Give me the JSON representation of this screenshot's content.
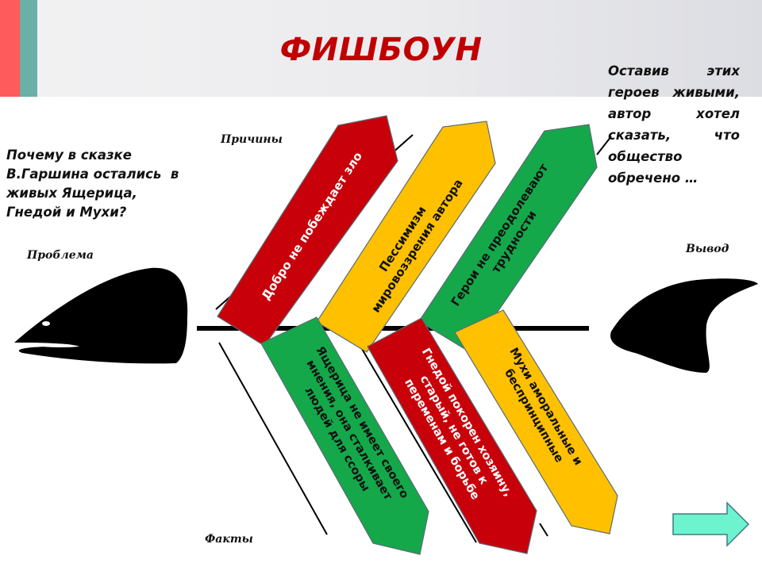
{
  "slide": {
    "title": "ФИШБОУН",
    "accent_colors": {
      "stripe_red": "#fe5c5c",
      "stripe_teal": "#6ab0a8",
      "title_red": "#c00000"
    }
  },
  "problem": {
    "label": "Проблема",
    "question_lines": [
      "Почему в сказке",
      "В.Гаршина остались  в",
      "живых Ящерица,",
      "Гнедой и Мухи?"
    ]
  },
  "conclusion": {
    "label": "Вывод",
    "text": "Оставив этих героев живыми, автор хотел сказать, что общество обречено …"
  },
  "axes": {
    "causes_label": "Причины",
    "facts_label": "Факты"
  },
  "causes": [
    {
      "lines": [
        "Добро не побеждает зло"
      ],
      "color": "#c8000a",
      "text_color": "#ffffff"
    },
    {
      "lines": [
        "Пессимизм",
        "мировоззрения автора"
      ],
      "color": "#ffc000",
      "text_color": "#111111"
    },
    {
      "lines": [
        "Герои не преодолевают",
        "трудности"
      ],
      "color": "#14a84a",
      "text_color": "#111111"
    }
  ],
  "facts": [
    {
      "lines": [
        "Ящерица не имеет своего",
        "мнения, она сталкивает",
        "людей для ссоры"
      ],
      "color": "#14a84a",
      "text_color": "#111111"
    },
    {
      "lines": [
        "Гнедой покорен хозяину,",
        "старый, не готов к",
        "переменам и борьбе"
      ],
      "color": "#c8000a",
      "text_color": "#ffffff"
    },
    {
      "lines": [
        "Мухи аморальные и",
        "беспринципные"
      ],
      "color": "#ffc000",
      "text_color": "#111111"
    }
  ],
  "navigation": {
    "next_button": {
      "icon": "right-arrow-icon",
      "color": "#6ef3cf"
    }
  }
}
